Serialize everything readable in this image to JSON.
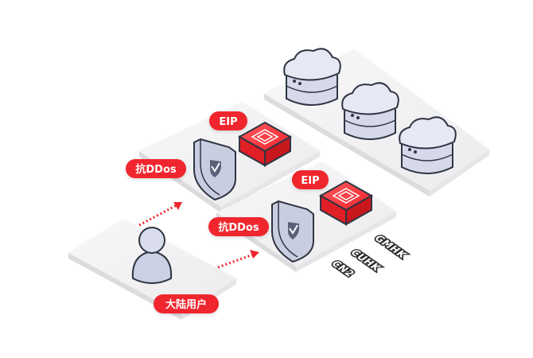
{
  "labels": {
    "eip_top": "EIP",
    "eip_bottom": "EIP",
    "ddos_top": "抗DDos",
    "ddos_bottom": "抗DDos",
    "user": "大陆用户"
  },
  "line_tags": [
    "GMHK",
    "CUHK",
    "CN2"
  ],
  "colors": {
    "accent_red": "#f0262d",
    "platform": "#f3f3f4",
    "server_fill": "#dfe1ef",
    "outline": "#2f3442"
  },
  "icons": {
    "server": "cloud-server-icon",
    "shield": "shield-check-icon",
    "eip": "eip-chip-icon",
    "user": "user-icon"
  }
}
